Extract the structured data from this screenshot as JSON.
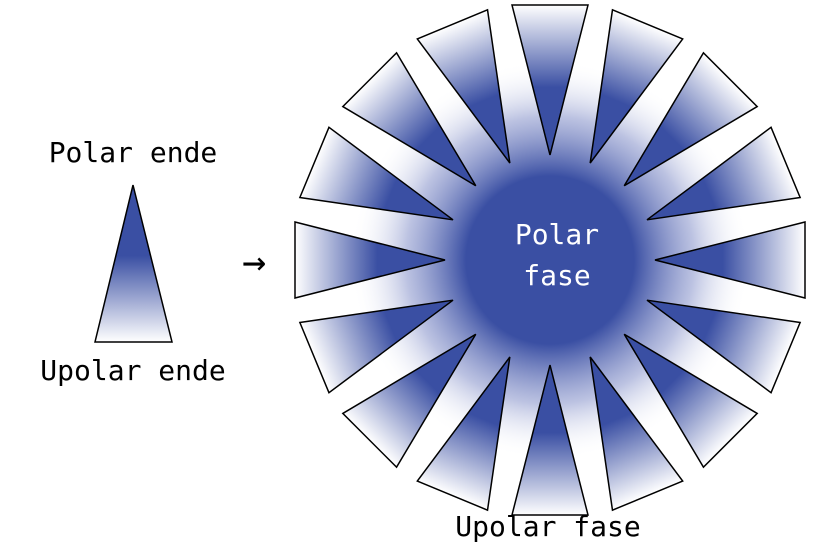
{
  "labels": {
    "polar_end": "Polar ende",
    "nonpolar_end": "Upolar ende",
    "polar_phase_line1": "Polar",
    "polar_phase_line2": "fase",
    "nonpolar_phase": "Upolar fase"
  },
  "arrow_glyph": "→",
  "micelle": {
    "molecule_count": 16
  },
  "colors": {
    "head": "#3a4fa3",
    "tail": "#ffffff",
    "outline": "#000000",
    "text": "#000000",
    "text_on_core": "#ffffff"
  }
}
